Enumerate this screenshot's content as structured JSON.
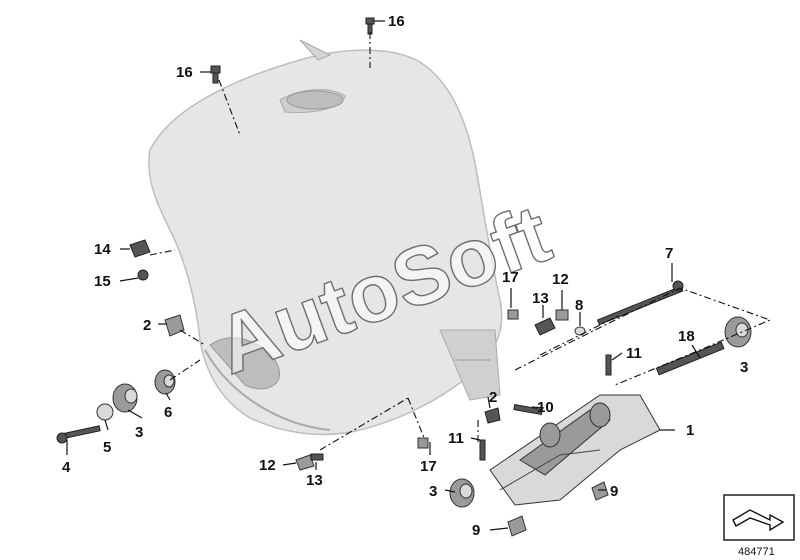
{
  "watermark": "AutoSoft",
  "reference_number": "484771",
  "callouts": {
    "c1": "1",
    "c2a": "2",
    "c2b": "2",
    "c3a": "3",
    "c3b": "3",
    "c3c": "3",
    "c4": "4",
    "c5": "5",
    "c6": "6",
    "c7": "7",
    "c8": "8",
    "c9a": "9",
    "c9b": "9",
    "c10": "10",
    "c11a": "11",
    "c11b": "11",
    "c12a": "12",
    "c12b": "12",
    "c13a": "13",
    "c13b": "13",
    "c14": "14",
    "c15": "15",
    "c16a": "16",
    "c16b": "16",
    "c17a": "17",
    "c17b": "17",
    "c18": "18"
  },
  "colors": {
    "tank": "#e6e6e6",
    "line": "#111111",
    "part": "#d9d9d9"
  },
  "icons": {
    "navigation": "arrow-icon"
  }
}
